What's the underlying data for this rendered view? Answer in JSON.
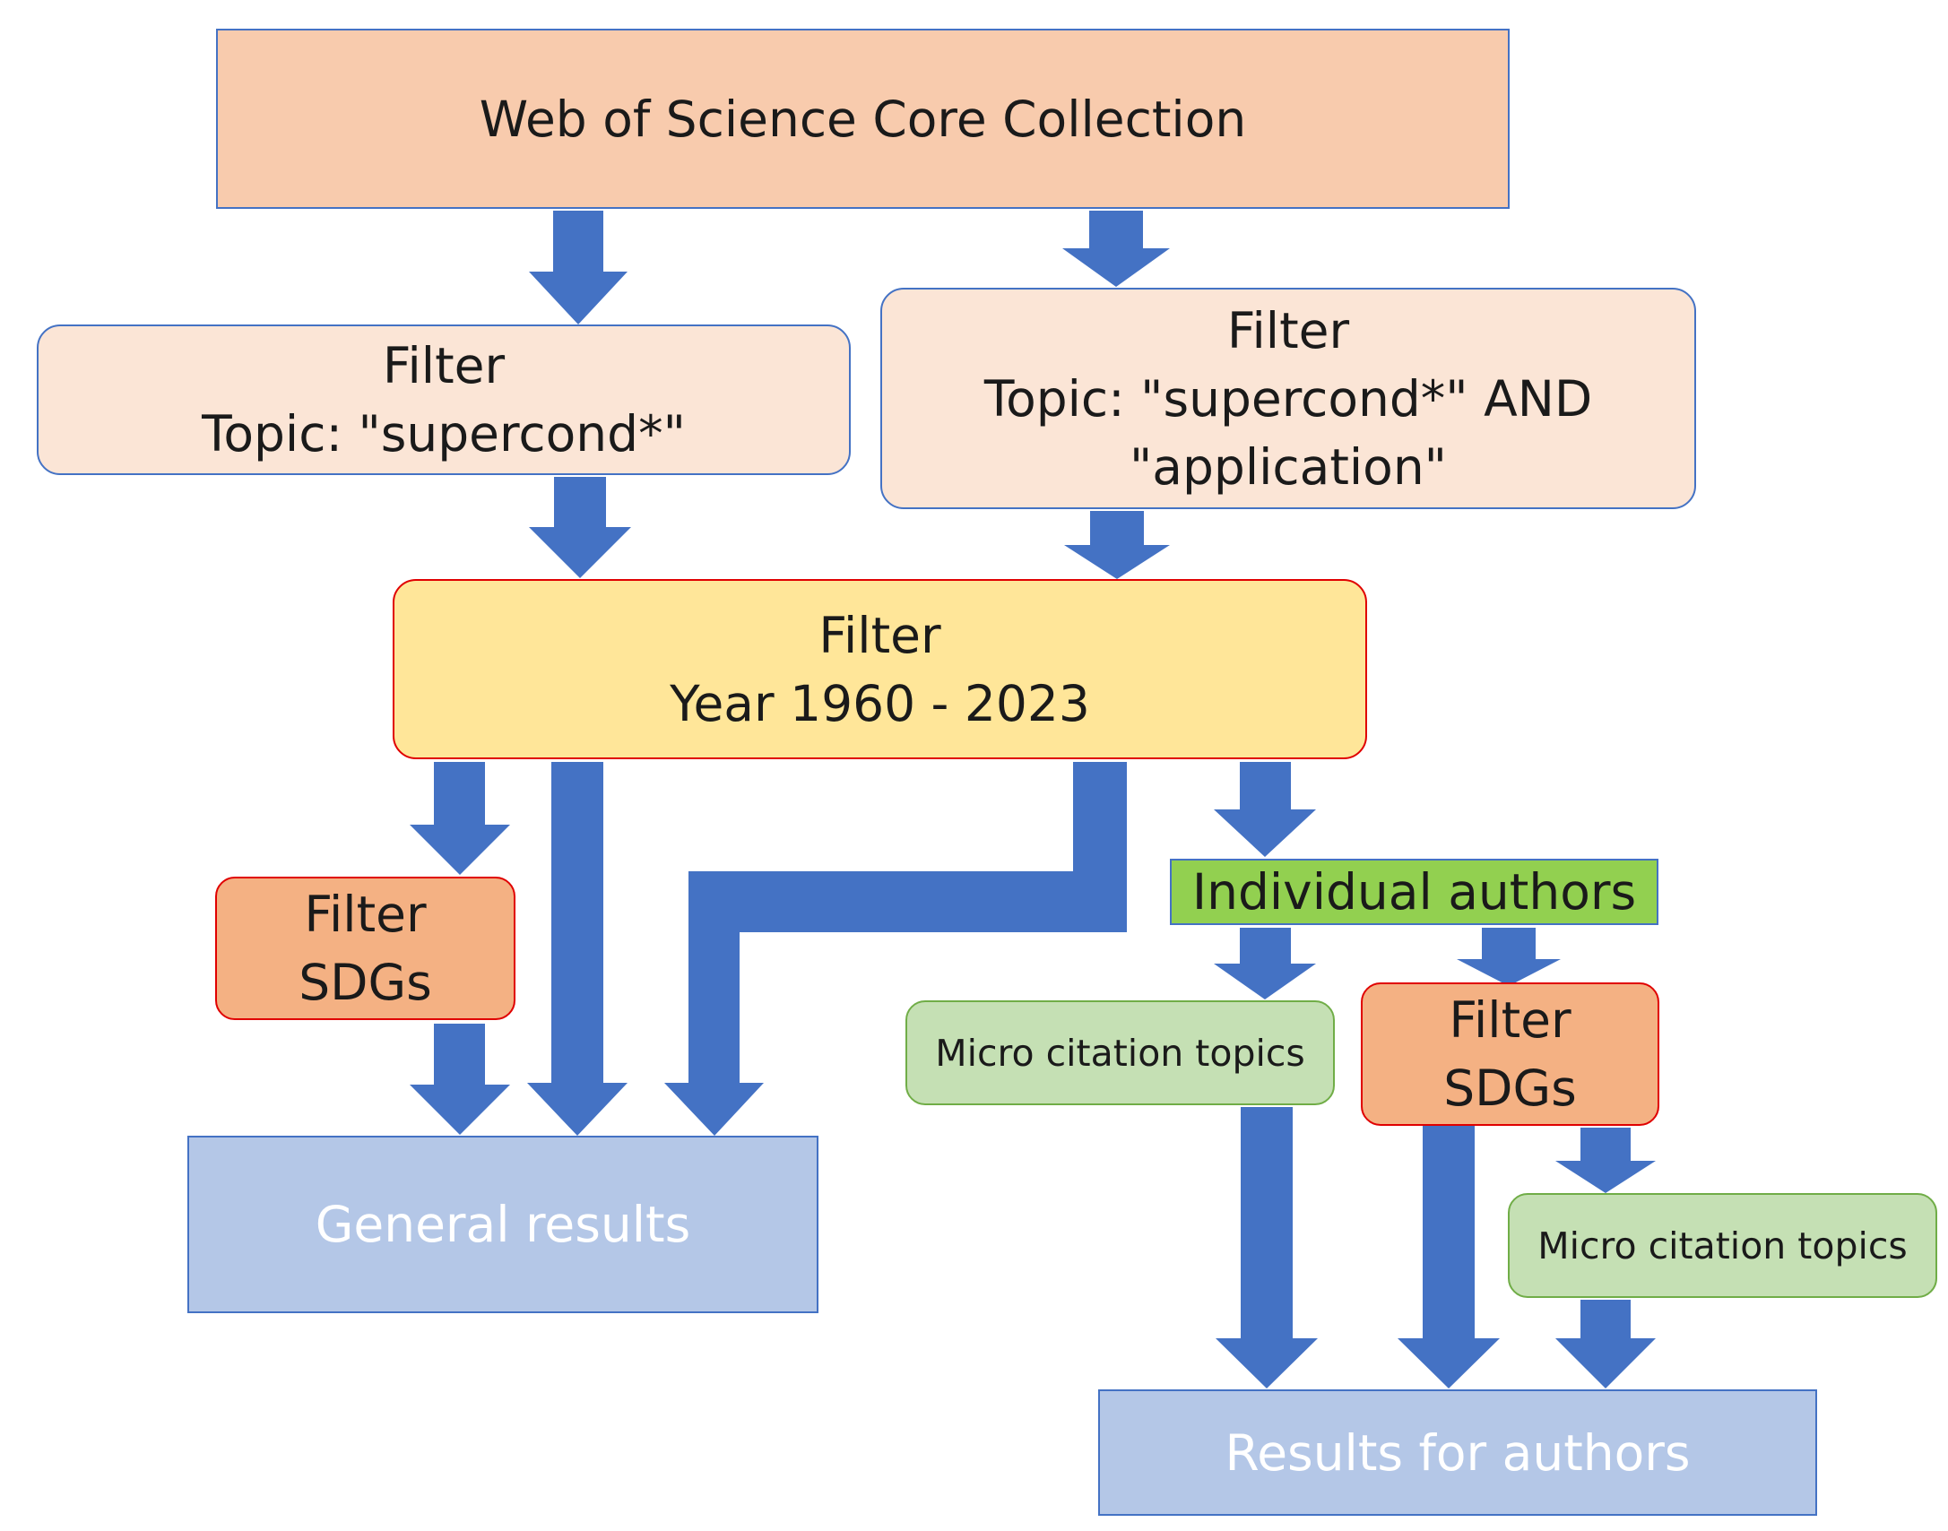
{
  "colors": {
    "arrow": "#4472c4",
    "source_fill": "#f8cbad",
    "topic_fill": "#fbe5d6",
    "year_fill": "#ffe699",
    "sdg_fill": "#f4b183",
    "authors_fill": "#92d050",
    "micro_fill": "#c5e0b4",
    "result_fill": "#b4c7e7",
    "red_outline": "#e00000"
  },
  "nodes": {
    "source": {
      "label": "Web of Science Core Collection"
    },
    "topic_filter_a": {
      "line1": "Filter",
      "line2": "Topic: \"supercond*\""
    },
    "topic_filter_b": {
      "line1": "Filter",
      "line2": "Topic: \"supercond*\" AND",
      "line3": "\"application\""
    },
    "year_filter": {
      "line1": "Filter",
      "line2": "Year 1960 - 2023"
    },
    "sdg_filter_a": {
      "line1": "Filter",
      "line2": "SDGs"
    },
    "individual_authors": {
      "label": "Individual authors"
    },
    "micro_topics_a": {
      "label": "Micro citation topics"
    },
    "sdg_filter_b": {
      "line1": "Filter",
      "line2": "SDGs"
    },
    "micro_topics_b": {
      "label": "Micro citation topics"
    },
    "general_results": {
      "label": "General results"
    },
    "author_results": {
      "label": "Results for authors"
    }
  }
}
